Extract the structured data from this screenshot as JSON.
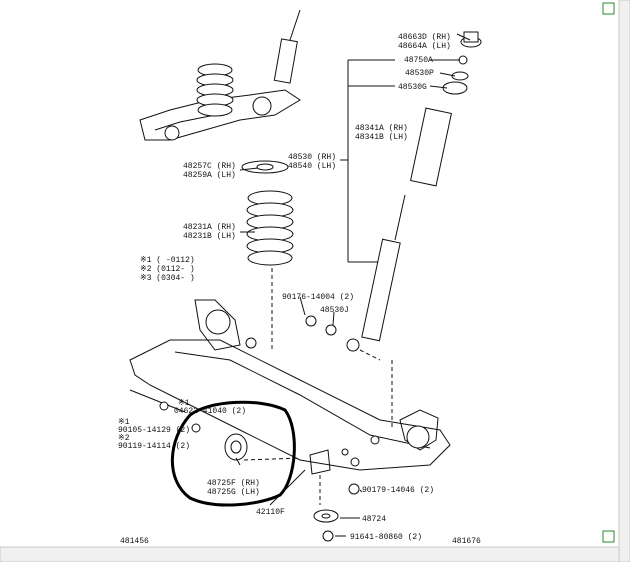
{
  "labels": {
    "p48663": "48663D (RH)",
    "p48664": "48664A (LH)",
    "p48750": "48750A",
    "p48530P": "48530P",
    "p48530G": "48530G",
    "p48530": "48530 (RH)",
    "p48540": "48540 (LH)",
    "p48341A": "48341A (RH)",
    "p48341B": "48341B (LH)",
    "p48257C": "48257C (RH)",
    "p48259A": "48259A (LH)",
    "p48231A": "48231A (RH)",
    "p48231B": "48231B (LH)",
    "note1": "※1 (      -0112)",
    "note2": "※2 (0112-      )",
    "note3": "※3 (0304-      )",
    "p90176": "90176-14004 (2)",
    "p48530J": "48530J",
    "n1": "※1",
    "p90105": "90105-14129 (2)",
    "n2": "※2",
    "p90119": "90119-14114 (2)",
    "p04622": "04622-41040 (2)",
    "n1b": "※1",
    "p48725F": "48725F (RH)",
    "p48725G": "48725G (LH)",
    "p42110": "42110F",
    "p90179": "90179-14046 (2)",
    "p48724": "48724",
    "p91641": "91641-80860 (2)",
    "p481456": "481456",
    "p481676": "481676"
  }
}
